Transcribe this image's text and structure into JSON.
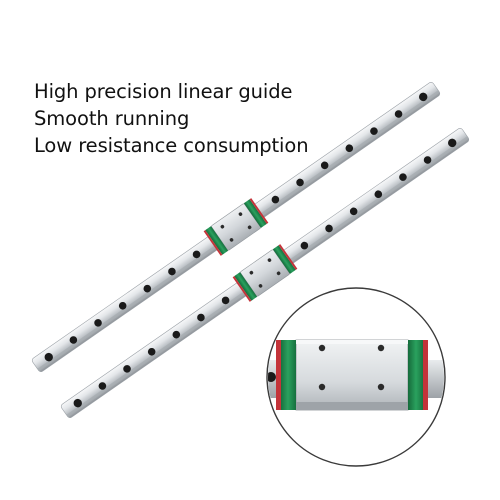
{
  "headline": {
    "lines": [
      "High precision linear guide",
      "Smooth running",
      "Low resistance consumption"
    ]
  },
  "colors": {
    "background": "#ffffff",
    "text": "#111111",
    "rail_light": "#eef0f2",
    "rail_mid": "#c6cbd0",
    "rail_dark": "#8b9096",
    "block_steel": "#d9dde1",
    "seal_green": "#1f8a4e",
    "seal_red": "#c4343a",
    "hole": "#1a1a1a"
  },
  "objects": [
    {
      "name": "linear-guide-rail",
      "count": 2
    },
    {
      "name": "carriage-block",
      "count": 2
    },
    {
      "name": "zoom-detail-circle",
      "count": 1
    }
  ]
}
